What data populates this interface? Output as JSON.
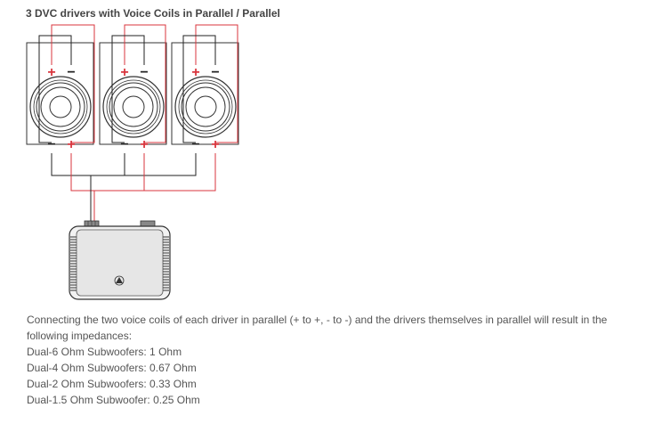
{
  "title": "3 DVC drivers with Voice Coils in Parallel / Parallel",
  "drivers": [
    {
      "top_plus": "+",
      "top_minus": "−",
      "bottom_minus": "−",
      "bottom_plus": "+"
    },
    {
      "top_plus": "+",
      "top_minus": "−",
      "bottom_minus": "−",
      "bottom_plus": "+"
    },
    {
      "top_plus": "+",
      "top_minus": "−",
      "bottom_minus": "−",
      "bottom_plus": "+"
    }
  ],
  "colors": {
    "positive_wire": "#d9363e",
    "negative_wire": "#222222",
    "outline": "#333333"
  },
  "icons": {
    "amplifier_logo": "jl-audio-triangle-logo"
  },
  "description": {
    "paragraph": "Connecting the two voice coils of each driver in parallel (+ to +, - to -) and the drivers themselves in parallel will result in the following impedances:",
    "lines": [
      "Dual-6 Ohm Subwoofers: 1 Ohm",
      "Dual-4 Ohm Subwoofers: 0.67 Ohm",
      "Dual-2 Ohm Subwoofers: 0.33 Ohm",
      "Dual-1.5 Ohm Subwoofer: 0.25 Ohm"
    ]
  }
}
